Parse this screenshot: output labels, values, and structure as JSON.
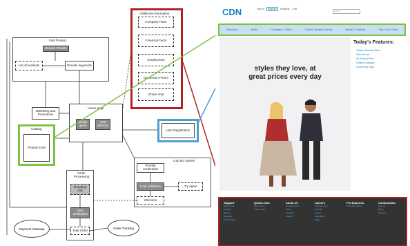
{
  "diagram": {
    "find_product": {
      "title": "Find Product",
      "browse": "Browse Results",
      "list": "List of products",
      "keywords": "Provide keywords"
    },
    "marketing": "Marketing and Promotions",
    "homepage": {
      "label": "Home page",
      "media": "Media query",
      "css": "CSS Selector"
    },
    "catalog": {
      "title": "Catalog",
      "list": "Product Lists"
    },
    "ordering": {
      "title": "Order Processing",
      "cart": "Shopping cart",
      "verify": "User Verification",
      "total": "Total Order"
    },
    "payment": "Payment Gateway",
    "tracking": "Order Tracking",
    "registration": "User Registration",
    "login": {
      "title": "Log into system",
      "credentials": "Provide credentials",
      "validation": "User validation",
      "tryagain": "Try again",
      "welcome": "Welcome"
    },
    "additional": {
      "title": "Additional information",
      "items": [
        "Company Facts",
        "Financial Facts",
        "Employment",
        "Discussion Forum",
        "Online chat"
      ]
    }
  },
  "site": {
    "logo": "CDN",
    "topnav": [
      "Sign in",
      "Register",
      "Shipping",
      "Cart"
    ],
    "search_placeholder": "Search",
    "categories": [
      "Electronics",
      "Books",
      "Computers & Office",
      "Clothes, Shoes & Jewelry",
      "Sports & Outdoors",
      "Toys, Kids & Baby"
    ],
    "hero_line1": "styles they love, at",
    "hero_line2": "great prices every day",
    "features_title": "Today's Features:",
    "features": [
      "Today's Special Offers",
      "New Arrivals",
      "All Product Price",
      "Limited Category",
      "Limit Arrivy Page"
    ],
    "footer": [
      {
        "title": "Support",
        "items": [
          "Help Center",
          "Contact",
          "Returns",
          "Shipping",
          "Order Status"
        ]
      },
      {
        "title": "Quick Links",
        "items": [
          "My Account",
          "Order History"
        ]
      },
      {
        "title": "About Us",
        "items": [
          "Company Info",
          "News",
          "Investors",
          "Careers"
        ]
      },
      {
        "title": "Careers",
        "items": [
          "Job Openings",
          "Benefits",
          "Culture",
          "Internships",
          "Apply"
        ]
      },
      {
        "title": "For Business",
        "items": [
          "Advertise with us"
        ]
      },
      {
        "title": "Communities",
        "items": [
          "Forums",
          "Blogs",
          "Reviews"
        ]
      }
    ]
  },
  "colors": {
    "red": "#b22222",
    "blue": "#4a9fd0",
    "green": "#7fc241",
    "footer": "#333333"
  }
}
